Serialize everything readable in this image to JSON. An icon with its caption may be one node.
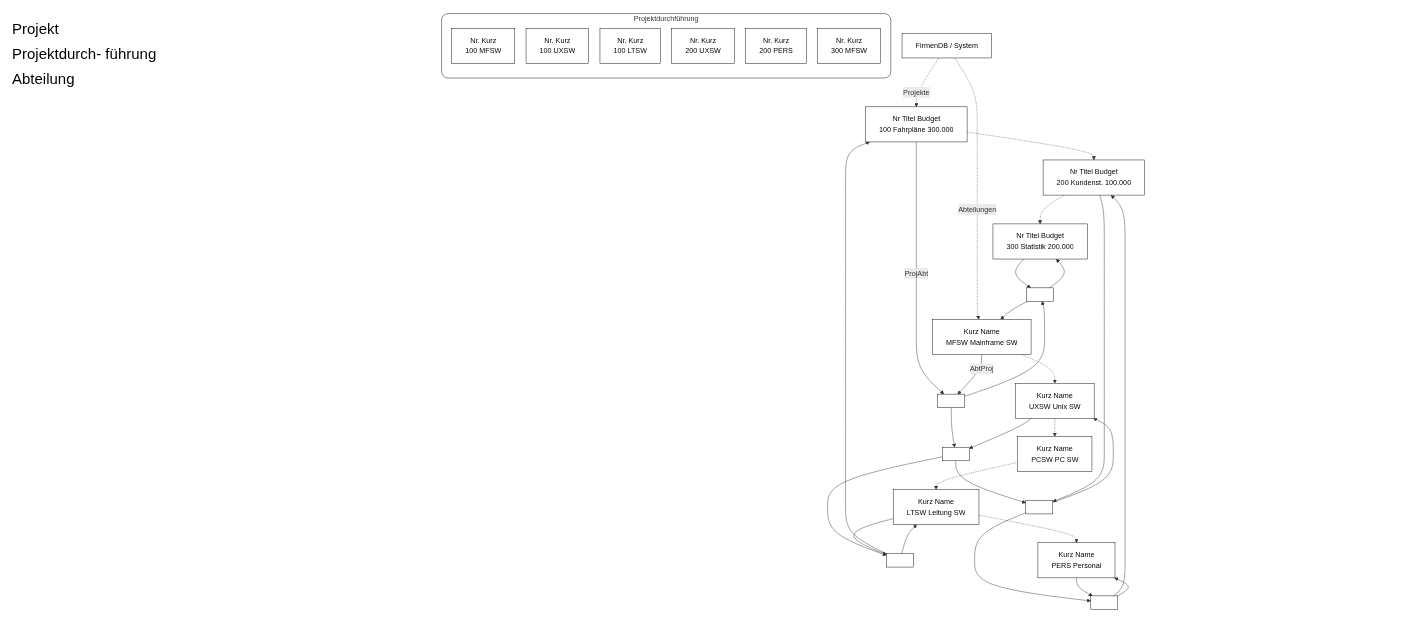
{
  "diagram": {
    "nodes": [
      {
        "text": [
          "FirmenDB / System"
        ]
      },
      {
        "text": [
          "Nr Titel Budget",
          "100 Fahrpläne 300.000"
        ]
      },
      {
        "text": [
          "Nr Titel Budget",
          "200 Kundenst. 100.000"
        ]
      },
      {
        "text": [
          "Nr Titel Budget",
          "300 Statistik 200.000"
        ]
      },
      {
        "text": [],
        "shape": "box"
      },
      {
        "text": [],
        "shape": "box"
      },
      {
        "text": [],
        "shape": "box"
      },
      {
        "text": [],
        "shape": "box"
      },
      {
        "text": [],
        "shape": "box"
      },
      {
        "text": [],
        "shape": "box"
      },
      {
        "text": [
          "Kurz Name",
          "MFSW Mainframe SW"
        ]
      },
      {
        "text": [
          "Kurz Name",
          "UXSW Unix SW"
        ]
      },
      {
        "text": [
          "Kurz Name",
          "PCSW PC SW"
        ]
      },
      {
        "text": [
          "Kurz Name",
          "LTSW Leitung SW"
        ]
      },
      {
        "text": [
          "Kurz Name",
          "PERS Personal"
        ]
      },
      {
        "text": [
          "Projektdurchführung"
        ]
      },
      {
        "text": [
          "Nr. Kurz",
          "100 MFSW"
        ],
        "in": 15
      },
      {
        "text": [
          "Nr. Kurz",
          "100 UXSW"
        ],
        "in": 15
      },
      {
        "text": [
          "Nr. Kurz",
          "100 LTSW"
        ],
        "in": 15
      },
      {
        "text": [
          "Nr. Kurz",
          "200 UXSW"
        ],
        "in": 15
      },
      {
        "text": [
          "Nr. Kurz",
          "200 PERS"
        ],
        "in": 15
      },
      {
        "text": [
          "Nr. Kurz",
          "300 MFSW"
        ],
        "in": 15
      }
    ],
    "edges": [
      {
        "from": 0,
        "to": 1,
        "arrow": "to",
        "style": "dashed",
        "label": "Projekte"
      },
      {
        "from": 1,
        "to": 2,
        "arrow": "to",
        "style": "dashed"
      },
      {
        "from": 2,
        "to": 3,
        "arrow": "to",
        "style": "dashed"
      },
      {
        "from": 0,
        "to": 10,
        "arrow": "to",
        "style": "dashed",
        "label": "Abteilungen"
      },
      {
        "from": 10,
        "to": 11,
        "arrow": "to",
        "style": "dashed"
      },
      {
        "from": 11,
        "to": 12,
        "arrow": "to",
        "style": "dashed"
      },
      {
        "from": 12,
        "to": 13,
        "arrow": "to",
        "style": "dashed"
      },
      {
        "from": 13,
        "to": 14,
        "arrow": "to",
        "style": "dashed"
      },
      {
        "from": 1,
        "to": 4,
        "arrow": "to",
        "label": "ProjAbt"
      },
      {
        "from": 10,
        "to": 4,
        "arrow": "to",
        "label": "AbtProj"
      },
      {
        "from": 4,
        "to": 5,
        "arrow": "to"
      },
      {
        "from": 5,
        "to": 6,
        "arrow": "to"
      },
      {
        "from": 6,
        "to": 1,
        "arrow": "to"
      },
      {
        "from": 4,
        "to": 9,
        "arrow": "to"
      },
      {
        "from": 9,
        "to": 10,
        "arrow": "to"
      },
      {
        "from": 11,
        "to": 5,
        "arrow": "to"
      },
      {
        "from": 5,
        "to": 7,
        "arrow": "to"
      },
      {
        "from": 7,
        "to": 11,
        "arrow": "to"
      },
      {
        "from": 13,
        "to": 6,
        "arrow": "to"
      },
      {
        "from": 6,
        "to": 13,
        "arrow": "to"
      },
      {
        "from": 2,
        "to": 7,
        "arrow": "to"
      },
      {
        "from": 7,
        "to": 8,
        "arrow": "to"
      },
      {
        "from": 8,
        "to": 2,
        "arrow": "to"
      },
      {
        "from": 14,
        "to": 8,
        "arrow": "to"
      },
      {
        "from": 8,
        "to": 14,
        "arrow": "to"
      },
      {
        "from": 3,
        "to": 9,
        "arrow": "to"
      },
      {
        "from": 9,
        "to": 3,
        "arrow": "to"
      }
    ],
    "labels": [
      "Projekt",
      "Projektdurch- führung",
      "Abteilung"
    ]
  }
}
